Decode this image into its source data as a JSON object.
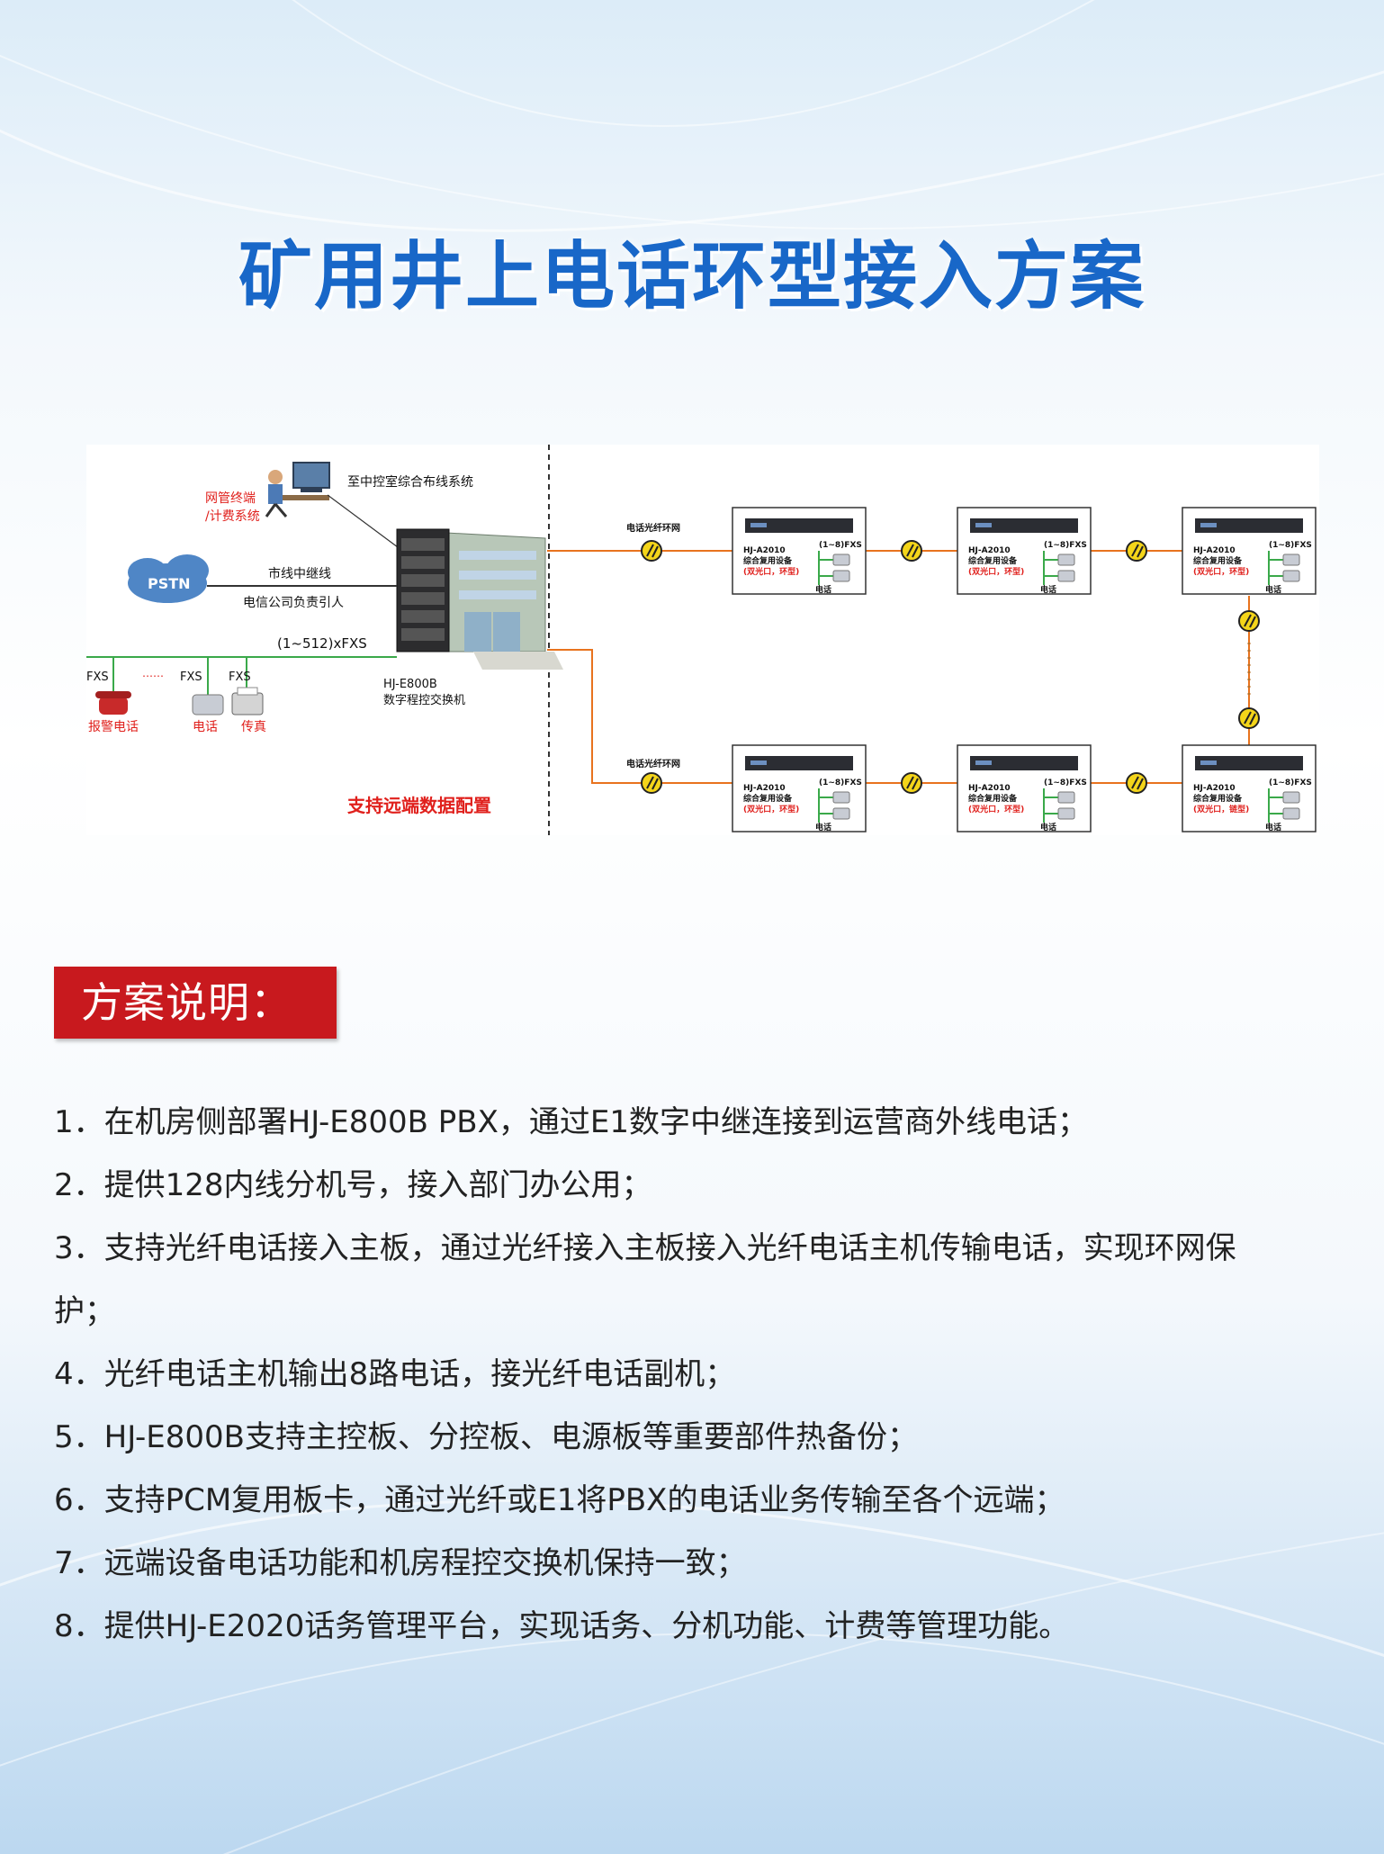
{
  "title": "矿用井上电话环型接入方案",
  "diagram": {
    "nms": "网管终端\n/计费系统",
    "to_control": "至中控室综合布线系统",
    "pstn": "PSTN",
    "trunk": "市线中继线",
    "telecom": "电信公司负责引人",
    "fxs_range": "(1~512)xFXS",
    "pbx_model": "HJ-E800B",
    "pbx_name": "数字程控交换机",
    "fxs": "FXS",
    "dots": "……",
    "alarm_phone": "报警电话",
    "phone": "电话",
    "fax": "传真",
    "remote_config": "支持远端数据配置",
    "fiber_ring": "电话光纤环网",
    "devices_top": [
      {
        "model": "HJ-A2010",
        "name": "综合复用设备",
        "port": "(双光口，环型)",
        "fxs": "(1~8)FXS",
        "phone": "电话"
      },
      {
        "model": "HJ-A2010",
        "name": "综合复用设备",
        "port": "(双光口，环型)",
        "fxs": "(1~8)FXS",
        "phone": "电话"
      },
      {
        "model": "HJ-A2010",
        "name": "综合复用设备",
        "port": "(双光口，环型)",
        "fxs": "(1~8)FXS",
        "phone": "电话"
      }
    ],
    "devices_bottom": [
      {
        "model": "HJ-A2010",
        "name": "综合复用设备",
        "port": "(双光口，环型)",
        "fxs": "(1~8)FXS",
        "phone": "电话"
      },
      {
        "model": "HJ-A2010",
        "name": "综合复用设备",
        "port": "(双光口，环型)",
        "fxs": "(1~8)FXS",
        "phone": "电话"
      },
      {
        "model": "HJ-A2010",
        "name": "综合复用设备",
        "port": "(双光口，链型)",
        "fxs": "(1~8)FXS",
        "phone": "电话"
      }
    ]
  },
  "section_label": "方案说明：",
  "items": [
    "1．在机房侧部署HJ-E800B PBX，通过E1数字中继连接到运营商外线电话；",
    "2．提供128内线分机号，接入部门办公用；",
    "3．支持光纤电话接入主板，通过光纤接入主板接入光纤电话主机传输电话，实现环网保",
    "护；",
    "4．光纤电话主机输出8路电话，接光纤电话副机；",
    "5．HJ-E800B支持主控板、分控板、电源板等重要部件热备份；",
    "6．支持PCM复用板卡，通过光纤或E1将PBX的电话业务传输至各个远端；",
    "7．远端设备电话功能和机房程控交换机保持一致；",
    "8．提供HJ-E2020话务管理平台，实现话务、分机功能、计费等管理功能。"
  ],
  "colors": {
    "title": "#1867c8",
    "tag_bg": "#c8191e",
    "fiber": "#e8731e",
    "green_line": "#3aa94a",
    "alert_red": "#e0201c"
  }
}
